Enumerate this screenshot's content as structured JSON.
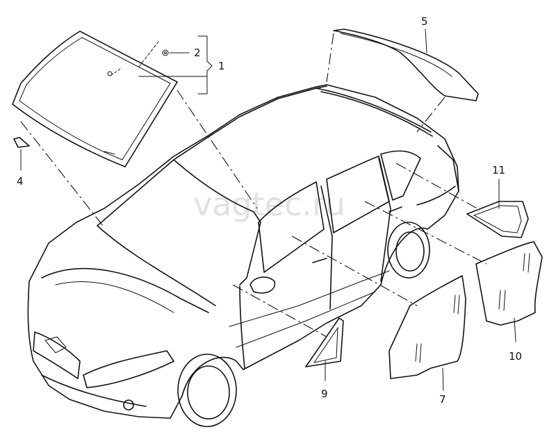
{
  "watermark": "vagtec.ru",
  "callouts": {
    "c1": "1",
    "c2": "2",
    "c4": "4",
    "c5": "5",
    "c7": "7",
    "c9": "9",
    "c10": "10",
    "c11": "11"
  }
}
